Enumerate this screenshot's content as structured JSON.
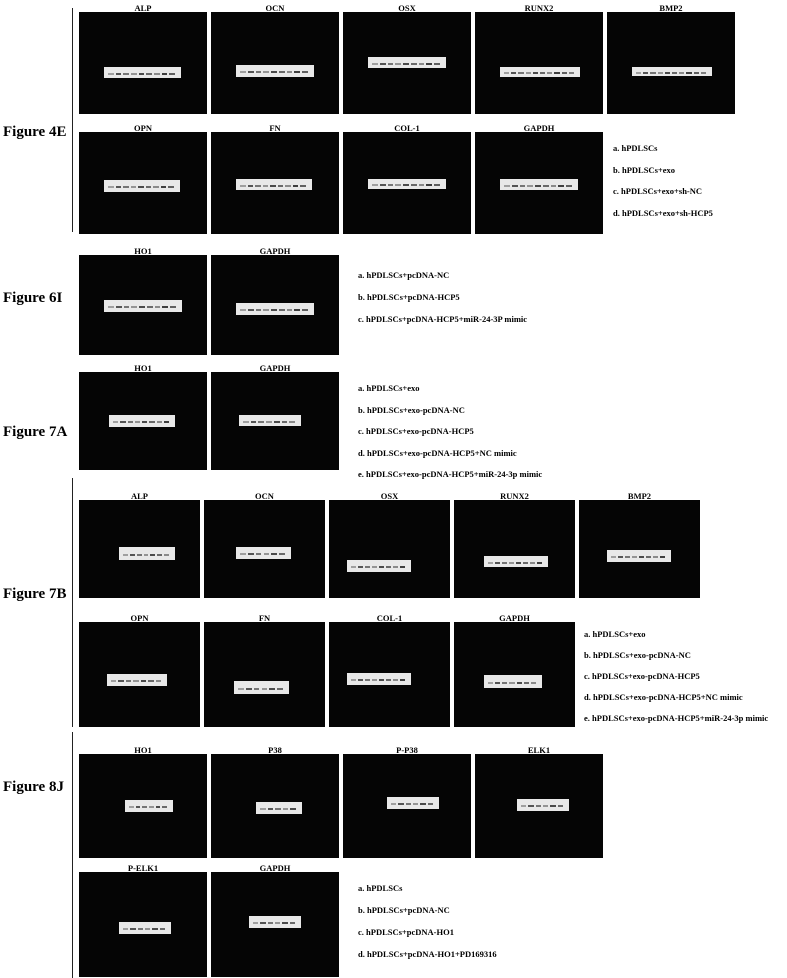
{
  "figures": [
    {
      "label": "Figure 4E",
      "panels": [
        "ALP",
        "OCN",
        "OSX",
        "RUNX2",
        "BMP2",
        "OPN",
        "FN",
        "COL-1",
        "GAPDH"
      ],
      "legend": [
        "a. hPDLSCs",
        "b. hPDLSCs+exo",
        "c. hPDLSCs+exo+sh-NC",
        "d. hPDLSCs+exo+sh-HCP5"
      ]
    },
    {
      "label": "Figure 6I",
      "panels": [
        "HO1",
        "GAPDH"
      ],
      "legend": [
        "a. hPDLSCs+pcDNA-NC",
        "b. hPDLSCs+pcDNA-HCP5",
        "c. hPDLSCs+pcDNA-HCP5+miR-24-3P mimic"
      ]
    },
    {
      "label": "Figure 7A",
      "panels": [
        "HO1",
        "GAPDH"
      ],
      "legend": [
        "a. hPDLSCs+exo",
        "b. hPDLSCs+exo-pcDNA-NC",
        "c. hPDLSCs+exo-pcDNA-HCP5",
        "d. hPDLSCs+exo-pcDNA-HCP5+NC mimic",
        "e. hPDLSCs+exo-pcDNA-HCP5+miR-24-3p mimic"
      ]
    },
    {
      "label": "Figure 7B",
      "panels": [
        "ALP",
        "OCN",
        "OSX",
        "RUNX2",
        "BMP2",
        "OPN",
        "FN",
        "COL-1",
        "GAPDH"
      ],
      "legend": [
        "a. hPDLSCs+exo",
        "b. hPDLSCs+exo-pcDNA-NC",
        "c. hPDLSCs+exo-pcDNA-HCP5",
        "d. hPDLSCs+exo-pcDNA-HCP5+NC mimic",
        "e. hPDLSCs+exo-pcDNA-HCP5+miR-24-3p mimic"
      ]
    },
    {
      "label": "Figure 8J",
      "panels": [
        "HO1",
        "P38",
        "P-P38",
        "ELK1",
        "P-ELK1",
        "GAPDH"
      ],
      "legend": [
        "a. hPDLSCs",
        "b. hPDLSCs+pcDNA-NC",
        "c. hPDLSCs+pcDNA-HO1",
        "d. hPDLSCs+pcDNA-HO1+PD169316"
      ]
    }
  ]
}
